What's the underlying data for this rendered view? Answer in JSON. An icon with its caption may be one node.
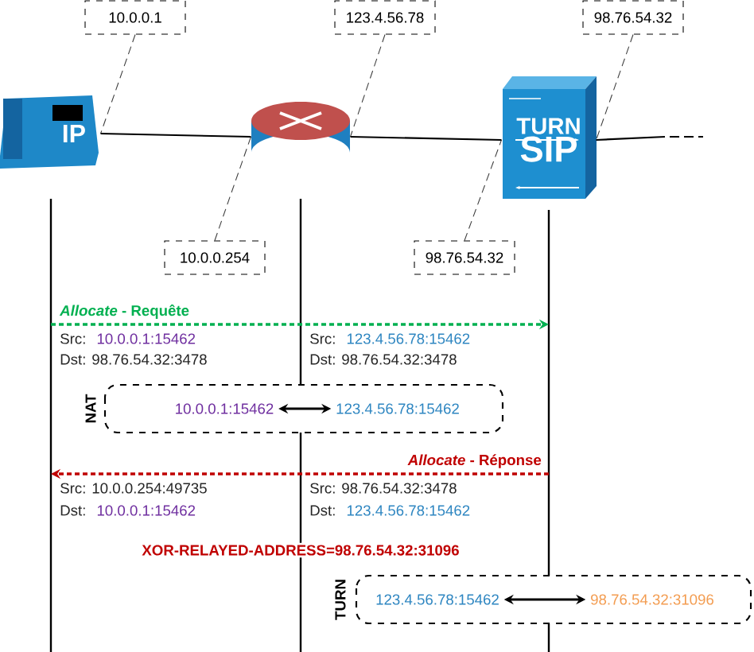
{
  "diagram": {
    "nodes": [
      {
        "text": [
          "IP"
        ]
      },
      {
        "text": [],
        "shape": "picture"
      },
      {
        "text": [
          "TURN",
          "SIP"
        ]
      },
      {
        "text": [
          "10.0.0.1"
        ]
      },
      {
        "text": [
          "123.4.56.78"
        ]
      },
      {
        "text": [
          "98.76.54.32"
        ]
      },
      {
        "text": [
          "10.0.0.254"
        ]
      },
      {
        "text": [
          "98.76.54.32"
        ]
      },
      {
        "text": [
          "NAT"
        ]
      },
      {
        "text": [
          "10.0.0.1:15462"
        ],
        "in": 8
      },
      {
        "text": [
          "123.4.56.78:15462"
        ],
        "in": 8
      },
      {
        "text": [
          "TURN"
        ]
      },
      {
        "text": [
          "123.4.56.78:15462"
        ],
        "in": 11
      },
      {
        "text": [
          "98.76.54.32:31096"
        ],
        "in": 11
      },
      {
        "text": [],
        "shape": "line"
      },
      {
        "text": [],
        "shape": "line"
      }
    ],
    "edges": [
      {
        "from": 3,
        "to": 0,
        "arrow": "none",
        "style": "dashed"
      },
      {
        "from": 4,
        "to": 1,
        "arrow": "none",
        "style": "dashed"
      },
      {
        "from": 5,
        "to": 2,
        "arrow": "none",
        "style": "dashed"
      },
      {
        "from": 6,
        "to": 1,
        "arrow": "none",
        "style": "dashed"
      },
      {
        "from": 7,
        "to": 2,
        "arrow": "none",
        "style": "dashed"
      },
      {
        "from": 0,
        "to": 1,
        "arrow": "none"
      },
      {
        "from": 1,
        "to": 2,
        "arrow": "none"
      },
      {
        "from": 2,
        "to": null,
        "arrow": "none"
      },
      {
        "from": 14,
        "to": 15,
        "arrow": "to",
        "style": "dashed",
        "color": "#00b050",
        "label": "*Allocate* - Requête"
      },
      {
        "from": 15,
        "to": 14,
        "arrow": "to",
        "style": "dashed",
        "color": "#c00000",
        "label": "*Allocate* - Réponse"
      },
      {
        "from": 9,
        "to": 10,
        "arrow": "both"
      },
      {
        "from": 12,
        "to": 13,
        "arrow": "both"
      }
    ],
    "labels": [
      "Src:",
      "10.0.0.1:15462",
      "Src:",
      "123.4.56.78:15462",
      "Dst: 98.76.54.32:3478",
      "Dst: 98.76.54.32:3478",
      "Src: 10.0.0.254:49735",
      "Src: 98.76.54.32:3478",
      "Dst:",
      "10.0.0.1:15462",
      "Dst:",
      "123.4.56.78:15462",
      "XOR-RELAYED-ADDRESS=98.76.54.32:31096"
    ]
  }
}
